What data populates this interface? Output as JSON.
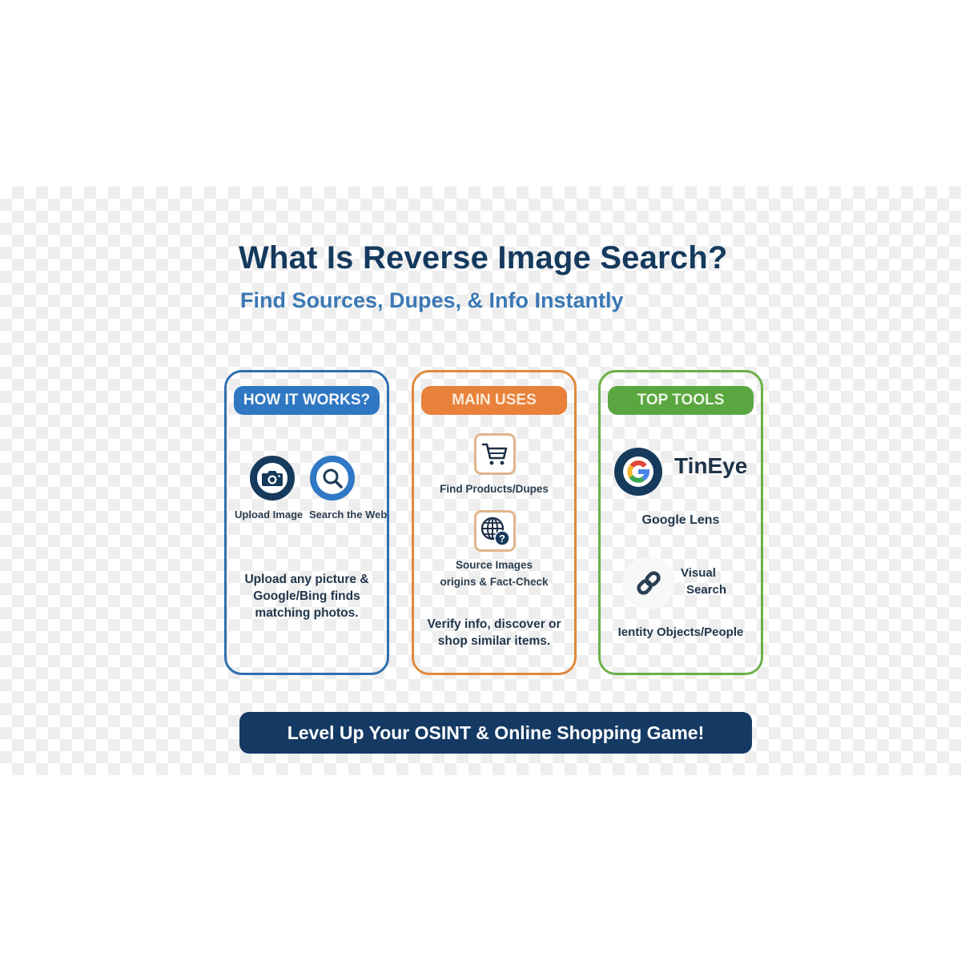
{
  "header": {
    "title": "What Is Reverse Image Search?",
    "subtitle": "Find Sources, Dupes, & Info Instantly"
  },
  "cards": [
    {
      "header": "HOW IT WORKS?",
      "accent": "#2f77c2",
      "icons": [
        {
          "icon": "camera-icon",
          "label": "Upload Image"
        },
        {
          "icon": "search-icon",
          "label": "Search the Web"
        }
      ],
      "description": "Upload any picture & Google/Bing finds matching photos."
    },
    {
      "header": "MAIN USES",
      "accent": "#e8813a",
      "items": [
        {
          "icon": "shopping-cart-icon",
          "label": "Find Products/Dupes"
        },
        {
          "icon": "globe-question-icon",
          "label": "Source Images origins & Fact-Check"
        }
      ],
      "description": "Verify info, discover or shop similar items."
    },
    {
      "header": "TOP TOOLS",
      "accent": "#5aa640",
      "tools": [
        {
          "icon": "google-logo-icon",
          "label": "TinEye"
        },
        {
          "label": "Google Lens"
        },
        {
          "icon": "link-chain-icon",
          "label_line1": "Visual",
          "label_line2": "Search"
        }
      ],
      "description": "Ientity Objects/People"
    }
  ],
  "banner": {
    "text": "Level Up Your OSINT & Online Shopping Game!",
    "color": "#143a64"
  }
}
